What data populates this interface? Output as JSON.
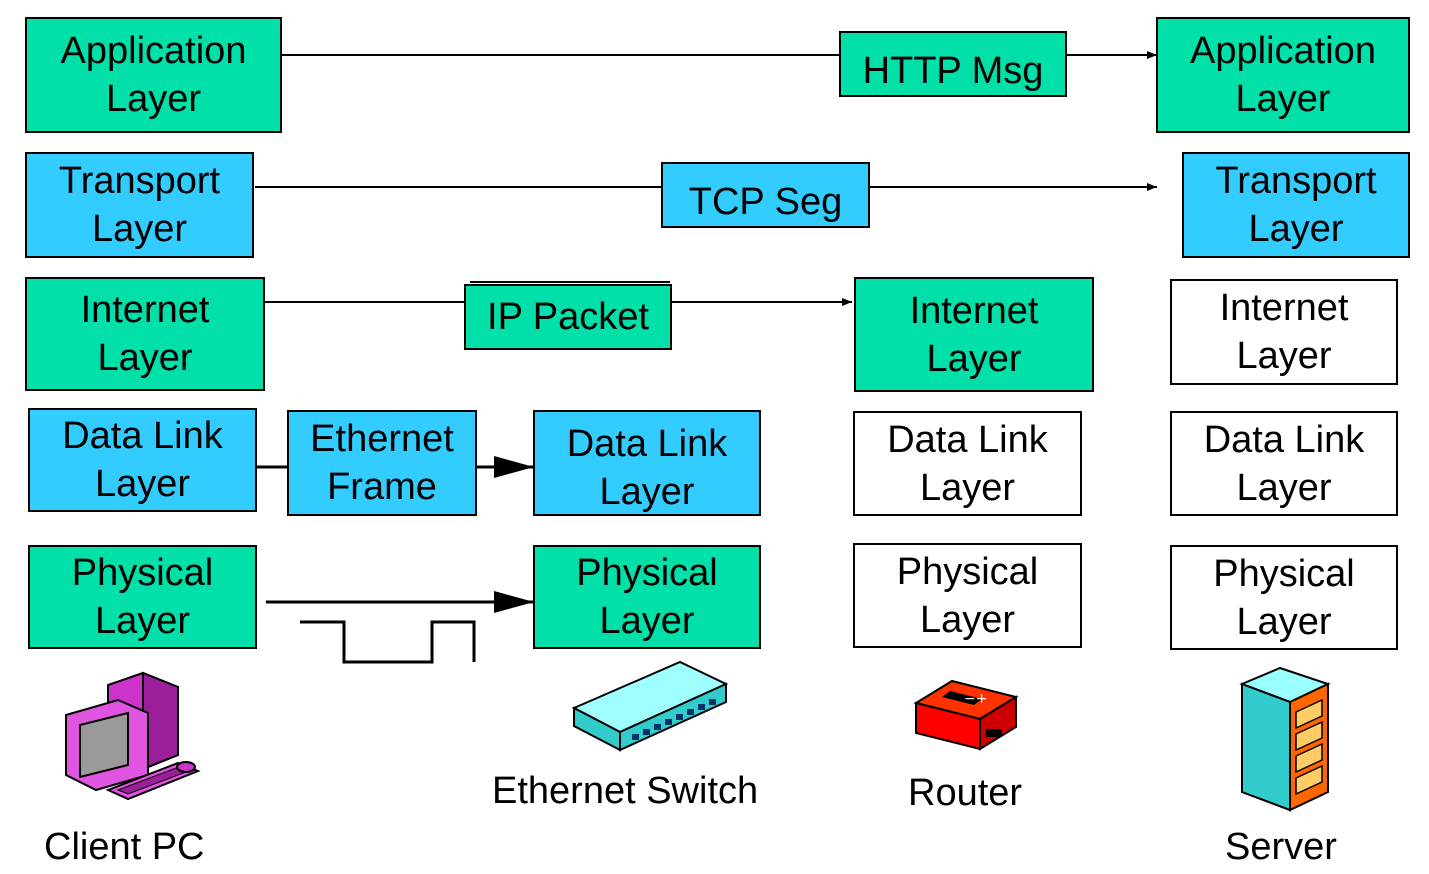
{
  "columns": {
    "client": {
      "application": [
        "Application",
        "Layer"
      ],
      "transport": [
        "Transport",
        "Layer"
      ],
      "internet": [
        "Internet",
        "Layer"
      ],
      "datalink": [
        "Data Link",
        "Layer"
      ],
      "physical": [
        "Physical",
        "Layer"
      ],
      "caption": "Client PC"
    },
    "switch": {
      "datalink": [
        "Data Link",
        "Layer"
      ],
      "physical": [
        "Physical",
        "Layer"
      ],
      "caption": "Ethernet Switch"
    },
    "router": {
      "internet": [
        "Internet",
        "Layer"
      ],
      "datalink": [
        "Data Link",
        "Layer"
      ],
      "physical": [
        "Physical",
        "Layer"
      ],
      "caption": "Router"
    },
    "server": {
      "application": [
        "Application",
        "Layer"
      ],
      "transport": [
        "Transport",
        "Layer"
      ],
      "internet": [
        "Internet",
        "Layer"
      ],
      "datalink": [
        "Data Link",
        "Layer"
      ],
      "physical": [
        "Physical",
        "Layer"
      ],
      "caption": "Server"
    }
  },
  "messages": {
    "http": "HTTP Msg",
    "tcp": "TCP Seg",
    "ip": "IP Packet",
    "ethernet": [
      "Ethernet",
      "Frame"
    ]
  },
  "colors": {
    "application_layer": "#00e0a8",
    "transport_layer": "#33ccff",
    "internet_layer": "#00e0a8",
    "datalink_layer": "#33ccff",
    "physical_layer": "#00e0a8",
    "inactive_layer": "#ffffff"
  },
  "icons": {
    "client": "client-pc-icon",
    "switch": "ethernet-switch-icon",
    "router": "router-icon",
    "server": "server-icon"
  }
}
